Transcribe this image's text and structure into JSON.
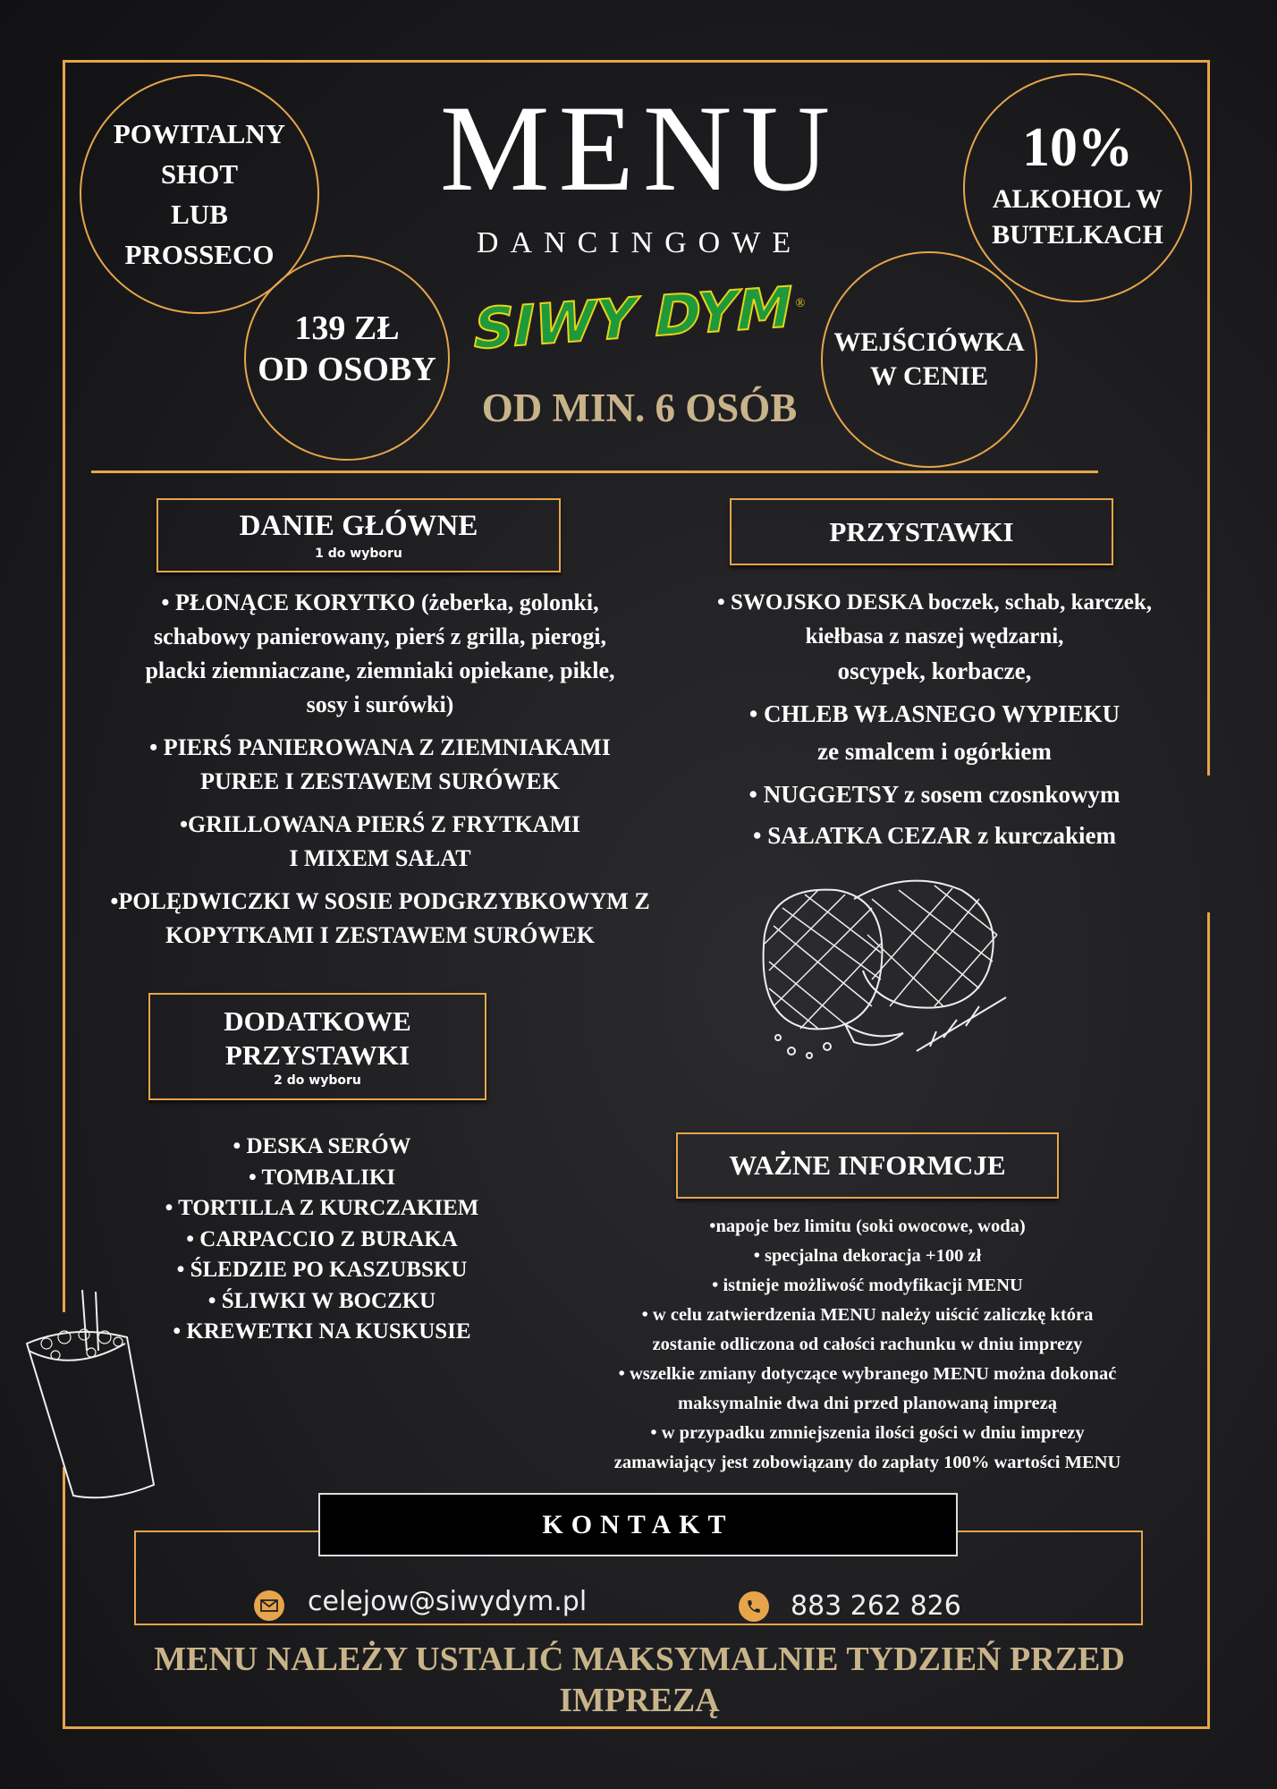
{
  "header": {
    "title": "MENU",
    "subtitle": "DANCINGOWE",
    "logo_text": "SIWY DYM",
    "logo_mark": "®",
    "min_people": "OD MIN. 6 OSÓB"
  },
  "badges": {
    "welcome": [
      "POWITALNY",
      "SHOT",
      "LUB",
      "PROSSECO"
    ],
    "price": [
      "139 ZŁ",
      "OD OSOBY"
    ],
    "discount_value": "10%",
    "discount": [
      "ALKOHOL W",
      "BUTELKACH"
    ],
    "entry": [
      "WEJŚCIÓWKA",
      "W CENIE"
    ]
  },
  "main_dishes": {
    "title": "DANIE GŁÓWNE",
    "subtitle": "1 do wyboru",
    "items": [
      [
        "• PŁONĄCE KORYTKO (żeberka, golonki,",
        "schabowy panierowany, pierś z grilla, pierogi,",
        "placki ziemniaczane, ziemniaki opiekane, pikle,",
        "sosy i surówki)"
      ],
      [
        "• PIERŚ PANIEROWANA Z  ZIEMNIAKAMI",
        "PUREE I ZESTAWEM SURÓWEK"
      ],
      [
        "•GRILLOWANA PIERŚ Z FRYTKAMI",
        "I MIXEM SAŁAT"
      ],
      [
        "•POLĘDWICZKI W SOSIE PODGRZYBKOWYM Z",
        "KOPYTKAMI I ZESTAWEM SURÓWEK"
      ]
    ]
  },
  "starters": {
    "title": "PRZYSTAWKI",
    "items": [
      [
        "• SWOJSKO DESKA boczek, schab, karczek,",
        "kiełbasa z naszej wędzarni,",
        "oscypek, korbacze,"
      ],
      [
        "• CHLEB WŁASNEGO WYPIEKU",
        "ze smalcem i ogórkiem"
      ],
      [
        "• NUGGETSY z sosem czosnkowym"
      ],
      [
        "• SAŁATKA CEZAR z kurczakiem"
      ]
    ]
  },
  "extra_starters": {
    "title_lines": [
      "DODATKOWE",
      "PRZYSTAWKI"
    ],
    "subtitle": "2 do wyboru",
    "items": [
      "• DESKA SERÓW",
      "• TOMBALIKI",
      "• TORTILLA Z KURCZAKIEM",
      "• CARPACCIO Z BURAKA",
      "• ŚLEDZIE PO KASZUBSKU",
      "• ŚLIWKI W BOCZKU",
      "• KREWETKI NA KUSKUSIE"
    ]
  },
  "info": {
    "title": "WAŻNE INFORMCJE",
    "lines": [
      "•napoje bez limitu (soki owocowe, woda)",
      "•  specjalna dekoracja +100 zł",
      "• istnieje możliwość modyfikacji MENU",
      "• w celu zatwierdzenia MENU należy uiścić zaliczkę która",
      "zostanie odliczona od całości rachunku w dniu imprezy",
      "• wszelkie zmiany dotyczące wybranego MENU można dokonać",
      "maksymalnie dwa dni przed planowaną imprezą",
      "• w przypadku zmniejszenia ilości gości w dniu imprezy",
      "zamawiający jest zobowiązany do zapłaty 100% wartości MENU"
    ]
  },
  "contact": {
    "title": "KONTAKT",
    "email": "celejow@siwydym.pl",
    "phone": "883 262 826"
  },
  "footer": {
    "lines": [
      "MENU NALEŻY USTALIĆ MAKSYMALNIE  TYDZIEŃ PRZED",
      "IMPREZĄ"
    ]
  },
  "colors": {
    "gold": "#e6a54a",
    "beige": "#c9b48a",
    "logo_green": "#1f9a3a",
    "logo_yellow": "#e8d21a"
  }
}
